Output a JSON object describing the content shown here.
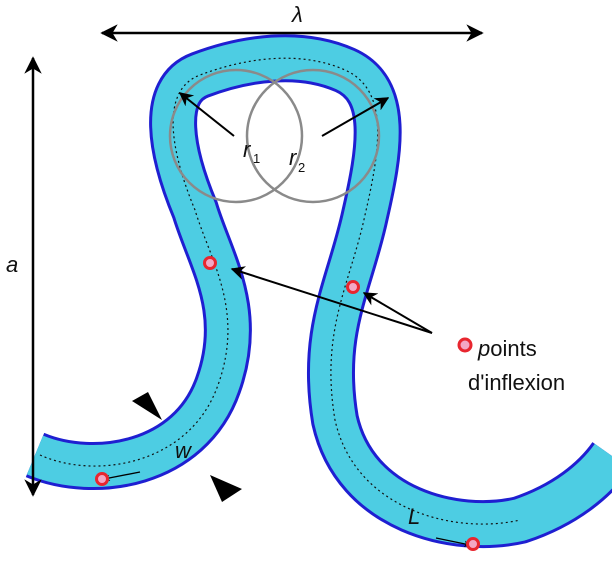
{
  "labels": {
    "wavelength": "λ",
    "amplitude": "a",
    "radius1": "r",
    "radius1_sub": "1",
    "radius2": "r",
    "radius2_sub": "2",
    "width": "w",
    "length": "L",
    "legend_p": "p",
    "legend_line1_rest": "oints",
    "legend_line2": "d'inflexion"
  },
  "colors": {
    "channel_fill": "#4dcde3",
    "channel_stroke": "#1f1fd1",
    "circles": "#8a8a8a",
    "inflection_point": "#e8262f",
    "inflection_fill": "#f3a7c5",
    "arrows": "#000000"
  }
}
